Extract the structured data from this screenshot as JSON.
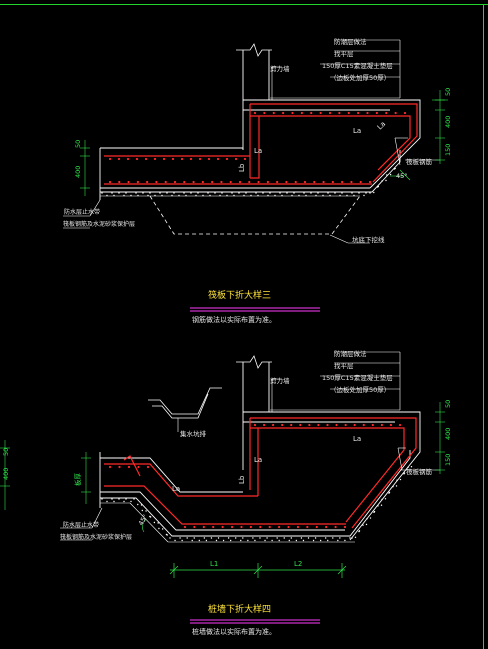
{
  "colors": {
    "background": "#000000",
    "frame": "#22d62a",
    "outline": "#ffffff",
    "rebar": "#ff2a2a",
    "leader": "#ffffff",
    "dim_green": "#2fe04a",
    "dim_cyan": "#35e0e0",
    "title_yellow": "#ffe43a",
    "underline_magenta": "#ff3cff",
    "note_white": "#e8e8e8"
  },
  "detail_upper": {
    "title": "筏板下折大样三",
    "note": "钢筋做法以实际布置为准。",
    "stack_notes": [
      "防潮层做法",
      "找平层",
      "150厚C15素混凝土垫层",
      "（边板处加厚50厚）"
    ],
    "label_wall": "剪力墙",
    "label_la_mid": "La",
    "label_la_right": "La",
    "label_la_diag": "La",
    "label_lb": "Lb",
    "label_rebar_right": "筏板钢筋",
    "label_angle": "45°",
    "label_waterproof_left_1": "防水层止水带",
    "label_waterproof_left_2": "筏板钢筋及水泥砂浆保护层",
    "label_foundation": "坑底下挖线",
    "dim_left_top": "50",
    "dim_left_bottom": "400",
    "dim_right_top": "50",
    "dim_right_mid": "400",
    "dim_right_bottom": "150"
  },
  "detail_lower": {
    "title": "桩墙下折大样四",
    "note": "桩墙做法以实际布置为准。",
    "stack_notes": [
      "防潮层做法",
      "找平层",
      "150厚C15素混凝土垫层",
      "（边板处加厚50厚）"
    ],
    "label_wall": "剪力墙",
    "label_gutter": "集水坑排",
    "label_la_mid": "La",
    "label_la_right": "La",
    "label_la_lower": "La",
    "label_lb": "Lb",
    "label_rebar_right": "筏板钢筋",
    "label_waterproof_left_1": "防水层止水带",
    "label_waterproof_left_2": "筏板钢筋及水泥砂浆保护层",
    "label_angle": "45°",
    "dim_l1": "L1",
    "dim_l2": "L2",
    "dim_left_vertical": "板厚",
    "dim_right_top": "50",
    "dim_right_mid": "400",
    "dim_right_bottom": "150",
    "dim_far_left_1": "50",
    "dim_far_left_2": "400"
  }
}
